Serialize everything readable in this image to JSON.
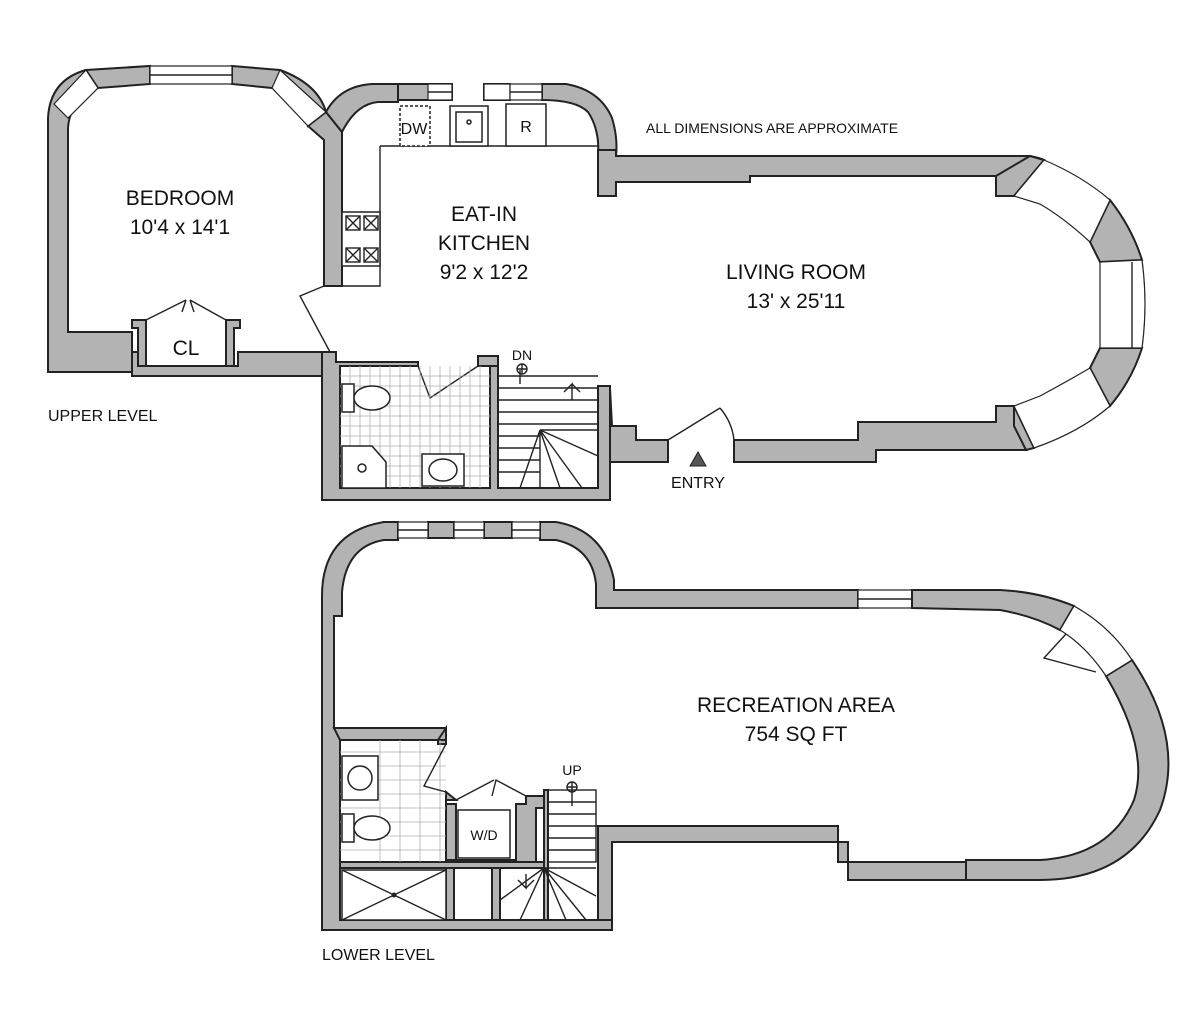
{
  "note": "ALL DIMENSIONS ARE APPROXIMATE",
  "upper_level": {
    "label": "UPPER LEVEL",
    "rooms": {
      "bedroom": {
        "name": "BEDROOM",
        "dims": "10'4 x 14'1"
      },
      "kitchen": {
        "name_line1": "EAT-IN",
        "name_line2": "KITCHEN",
        "dims": "9'2 x 12'2"
      },
      "living": {
        "name": "LIVING ROOM",
        "dims": "13' x 25'11"
      }
    },
    "closet": "CL",
    "dishwasher": "DW",
    "refrigerator": "R",
    "stair": "DN",
    "entry": "ENTRY"
  },
  "lower_level": {
    "label": "LOWER LEVEL",
    "rooms": {
      "recreation": {
        "name": "RECREATION AREA",
        "dims": "754 SQ FT"
      }
    },
    "laundry": "W/D",
    "stair": "UP"
  }
}
